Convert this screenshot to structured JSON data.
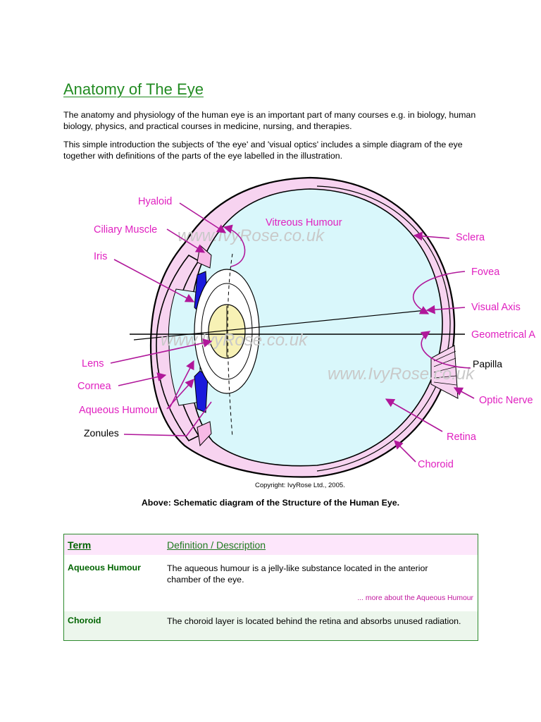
{
  "page": {
    "title": "Anatomy of The Eye",
    "intro_1": "The anatomy and physiology of the human eye is an important part of many courses e.g. in biology, human biology, physics, and practical courses in medicine, nursing, and therapies.",
    "intro_2": "This simple introduction the subjects of 'the eye' and 'visual optics' includes a simple diagram of the eye together with definitions of the parts of the eye labelled in the illustration."
  },
  "diagram": {
    "labels": {
      "hyaloid": "Hyaloid",
      "vitreous_humour": "Vitreous Humour",
      "ciliary_muscle": "Ciliary Muscle",
      "sclera": "Sclera",
      "iris": "Iris",
      "fovea": "Fovea",
      "visual_axis": "Visual Axis",
      "geometrical_axis": "Geometrical A",
      "lens": "Lens",
      "papilla": "Papilla",
      "cornea": "Cornea",
      "optic_nerve": "Optic Nerve",
      "aqueous_humour": "Aqueous Humour",
      "zonules": "Zonules",
      "retina": "Retina",
      "choroid": "Choroid"
    },
    "watermarks": [
      "www.IvyRose.co.uk",
      "www.IvyRose.co.uk",
      "www.IvyRose.co.uk"
    ],
    "copyright": "Copyright: IvyRose Ltd., 2005."
  },
  "caption": "Above: Schematic diagram of the Structure of the Human Eye.",
  "table": {
    "header_term": "Term",
    "header_def": "Definition / Description",
    "rows": [
      {
        "term": "Aqueous Humour",
        "definition": "The aqueous humour is a jelly-like substance located in the anterior chamber of the eye.",
        "more": "... more about the Aqueous Humour"
      },
      {
        "term": "Choroid",
        "definition": "The choroid layer is located behind the retina and absorbs unused radiation."
      }
    ]
  },
  "colors": {
    "title_green": "#228b22",
    "label_magenta": "#e020c0",
    "sclera_pink": "#f7d3f0",
    "vitreous_blue": "#d9f7fb",
    "iris_blue": "#1a1adc",
    "lens_yellow": "#f7f1b5"
  }
}
